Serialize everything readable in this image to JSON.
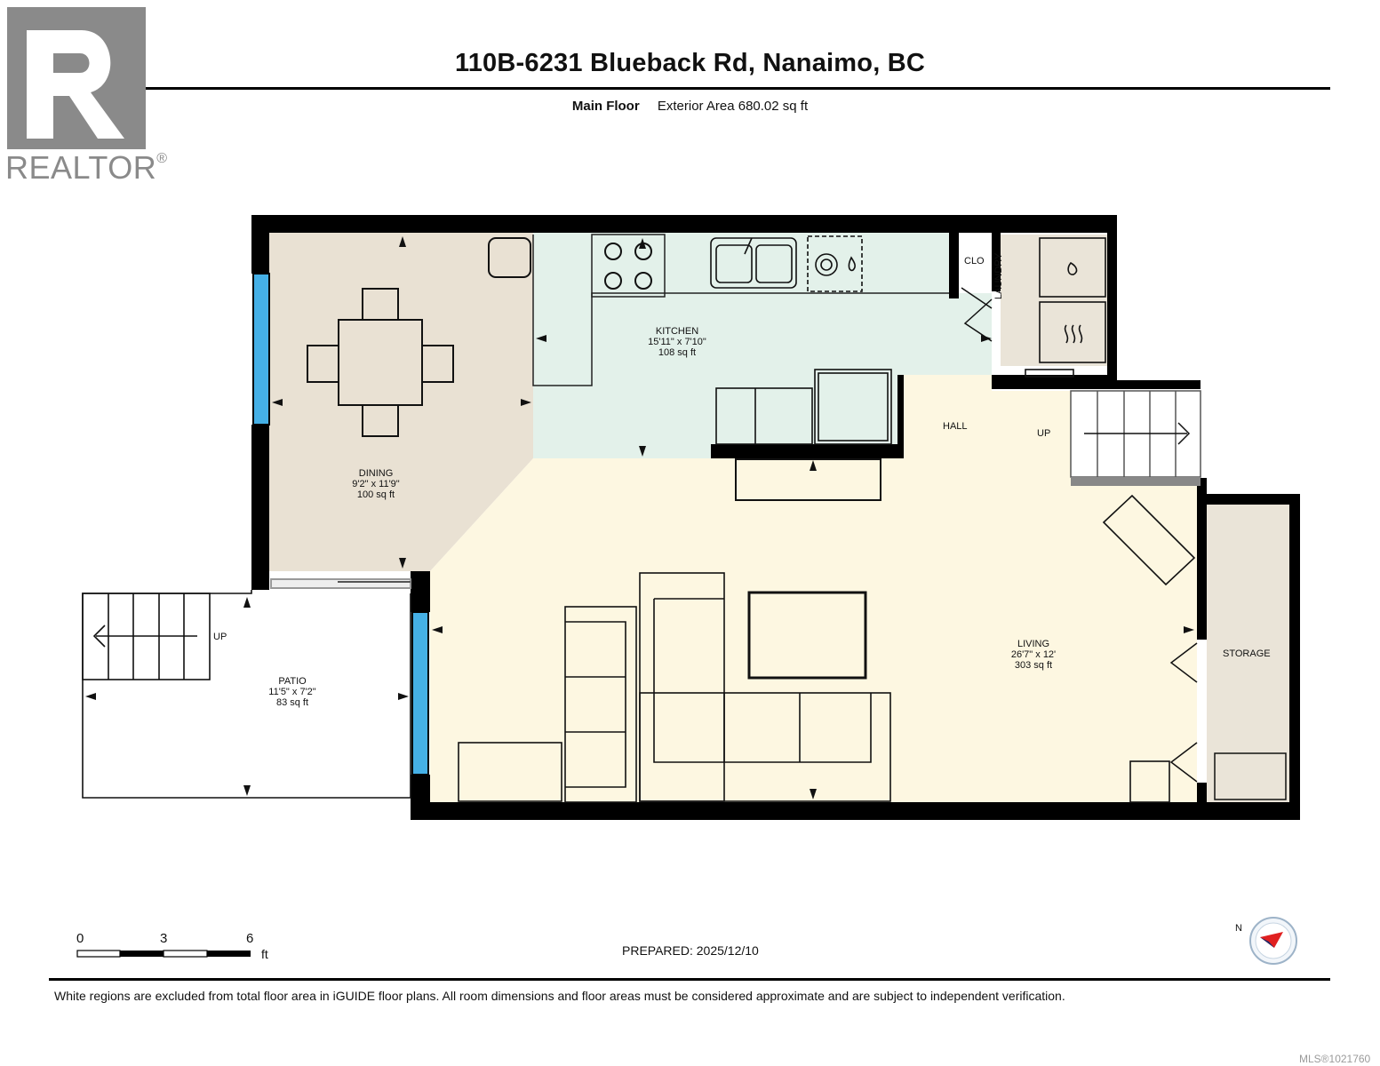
{
  "header": {
    "title": "110B-6231 Blueback Rd, Nanaimo, BC",
    "floor_name": "Main Floor",
    "exterior_area": "Exterior Area 680.02 sq ft"
  },
  "logo": {
    "text": "REALTOR",
    "registered_mark": "®"
  },
  "rooms": {
    "kitchen": {
      "name": "KITCHEN",
      "dims": "15'11\" x 7'10\"",
      "area": "108 sq ft"
    },
    "dining": {
      "name": "DINING",
      "dims": "9'2\" x 11'9\"",
      "area": "100 sq ft"
    },
    "living": {
      "name": "LIVING",
      "dims": "26'7\" x 12'",
      "area": "303 sq ft"
    },
    "patio": {
      "name": "PATIO",
      "dims": "11'5\" x 7'2\"",
      "area": "83 sq ft"
    },
    "hall": {
      "name": "HALL"
    },
    "storage": {
      "name": "STORAGE"
    },
    "laundry": {
      "name": "LAUNDRY"
    },
    "closet": {
      "name": "CLO"
    }
  },
  "stairs": {
    "up_label_inside": "UP",
    "up_label_patio": "UP"
  },
  "scale": {
    "ticks": [
      "0",
      "3",
      "6"
    ],
    "unit": "ft"
  },
  "prepared": "PREPARED: 2025/12/10",
  "disclaimer": "White regions are excluded from total floor area in iGUIDE floor plans. All room dimensions and floor areas must be considered approximate and are subject to independent verification.",
  "mls": "MLS®1021760",
  "compass": {
    "label": "N"
  },
  "colors": {
    "dining": "#e9e1d3",
    "kitchen": "#e3f1ea",
    "living": "#fdf7e1",
    "laundry": "#eae4d8",
    "storage": "#eae4d8",
    "window": "#45b0e6",
    "wall": "#000000",
    "compass_needle": "#e02020"
  }
}
